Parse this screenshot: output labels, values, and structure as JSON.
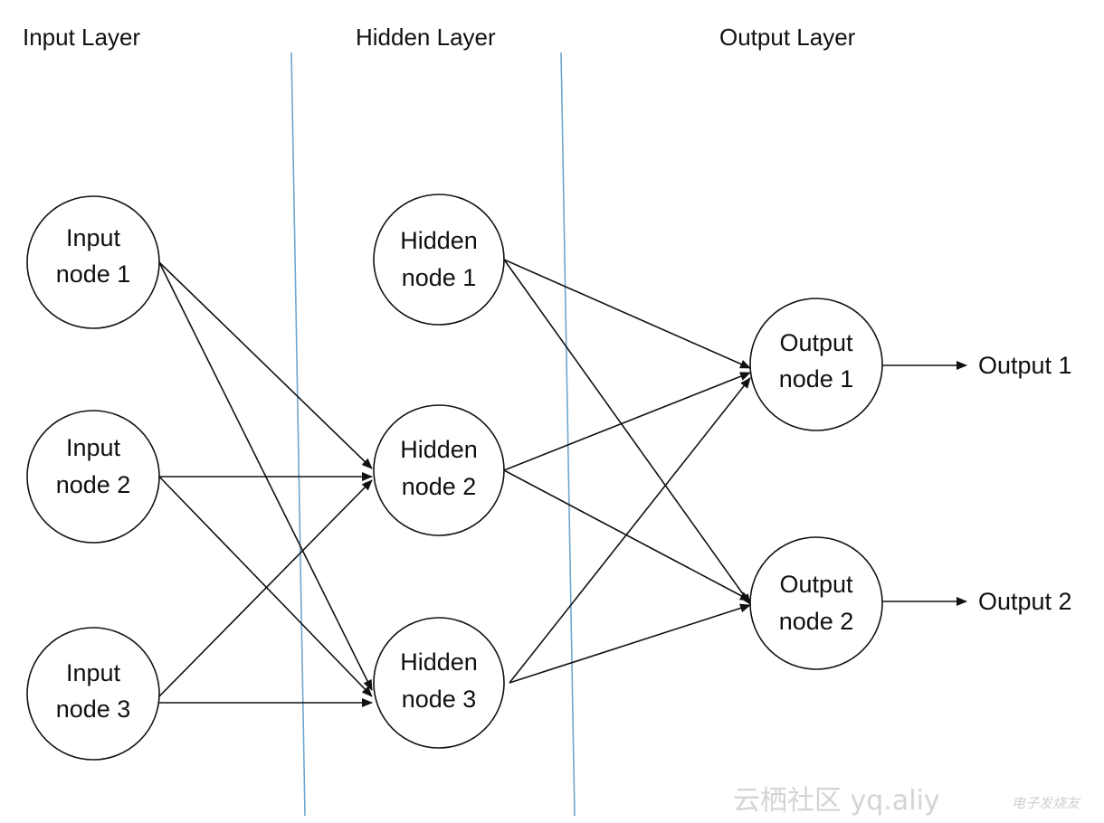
{
  "layers": {
    "input_title": "Input Layer",
    "hidden_title": "Hidden Layer",
    "output_title": "Output Layer"
  },
  "nodes": {
    "input": [
      {
        "line1": "Input",
        "line2": "node 1"
      },
      {
        "line1": "Input",
        "line2": "node 2"
      },
      {
        "line1": "Input",
        "line2": "node 3"
      }
    ],
    "hidden": [
      {
        "line1": "Hidden",
        "line2": "node 1"
      },
      {
        "line1": "Hidden",
        "line2": "node 2"
      },
      {
        "line1": "Hidden",
        "line2": "node 3"
      }
    ],
    "output": [
      {
        "line1": "Output",
        "line2": "node 1"
      },
      {
        "line1": "Output",
        "line2": "node 2"
      }
    ]
  },
  "outputs": [
    "Output 1",
    "Output 2"
  ],
  "watermark": {
    "main": "云栖社区 yq.aliy",
    "small": "电子发烧友"
  },
  "colors": {
    "line": "#111111",
    "divider": "#6fa6cf"
  }
}
